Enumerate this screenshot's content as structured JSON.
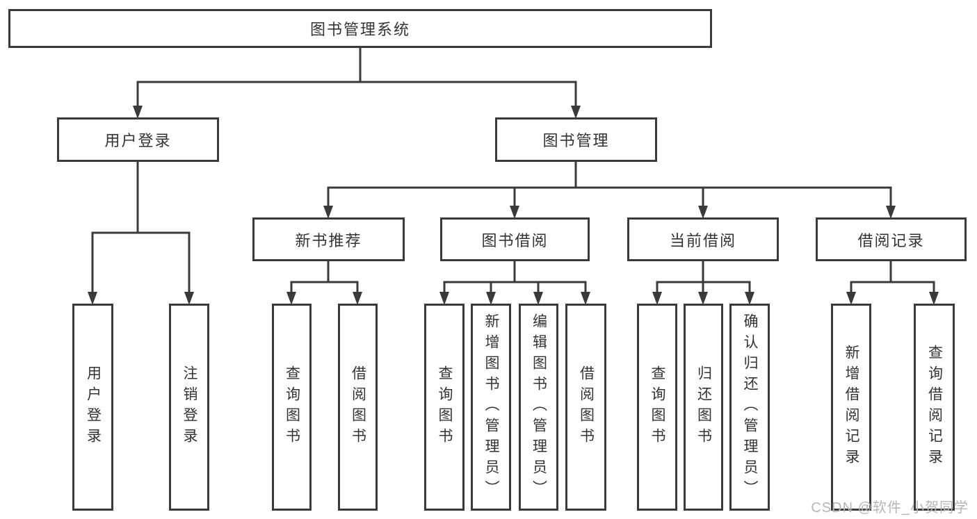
{
  "diagram": {
    "title": "图书管理系统",
    "level2": {
      "user_login": "用户登录",
      "book_mgmt": "图书管理"
    },
    "level3": {
      "new_books": "新书推荐",
      "book_borrow": "图书借阅",
      "current_borrow": "当前借阅",
      "borrow_records": "借阅记录"
    },
    "leaves": {
      "user_login": [
        "用户登录",
        "注销登录"
      ],
      "new_books": [
        "查询图书",
        "借阅图书"
      ],
      "book_borrow": [
        "查询图书",
        "新增图书（管理员）",
        "编辑图书（管理员）",
        "借阅图书"
      ],
      "current_borrow": [
        "查询图书",
        "归还图书",
        "确认归还（管理员）"
      ],
      "borrow_records": [
        "新增借阅记录",
        "查询借阅记录"
      ]
    }
  },
  "watermark": "CSDN @软件_小贺同学",
  "colors": {
    "line": "#3a3a3a",
    "text": "#333333",
    "watermark": "#b6b6b6",
    "background": "#ffffff"
  }
}
